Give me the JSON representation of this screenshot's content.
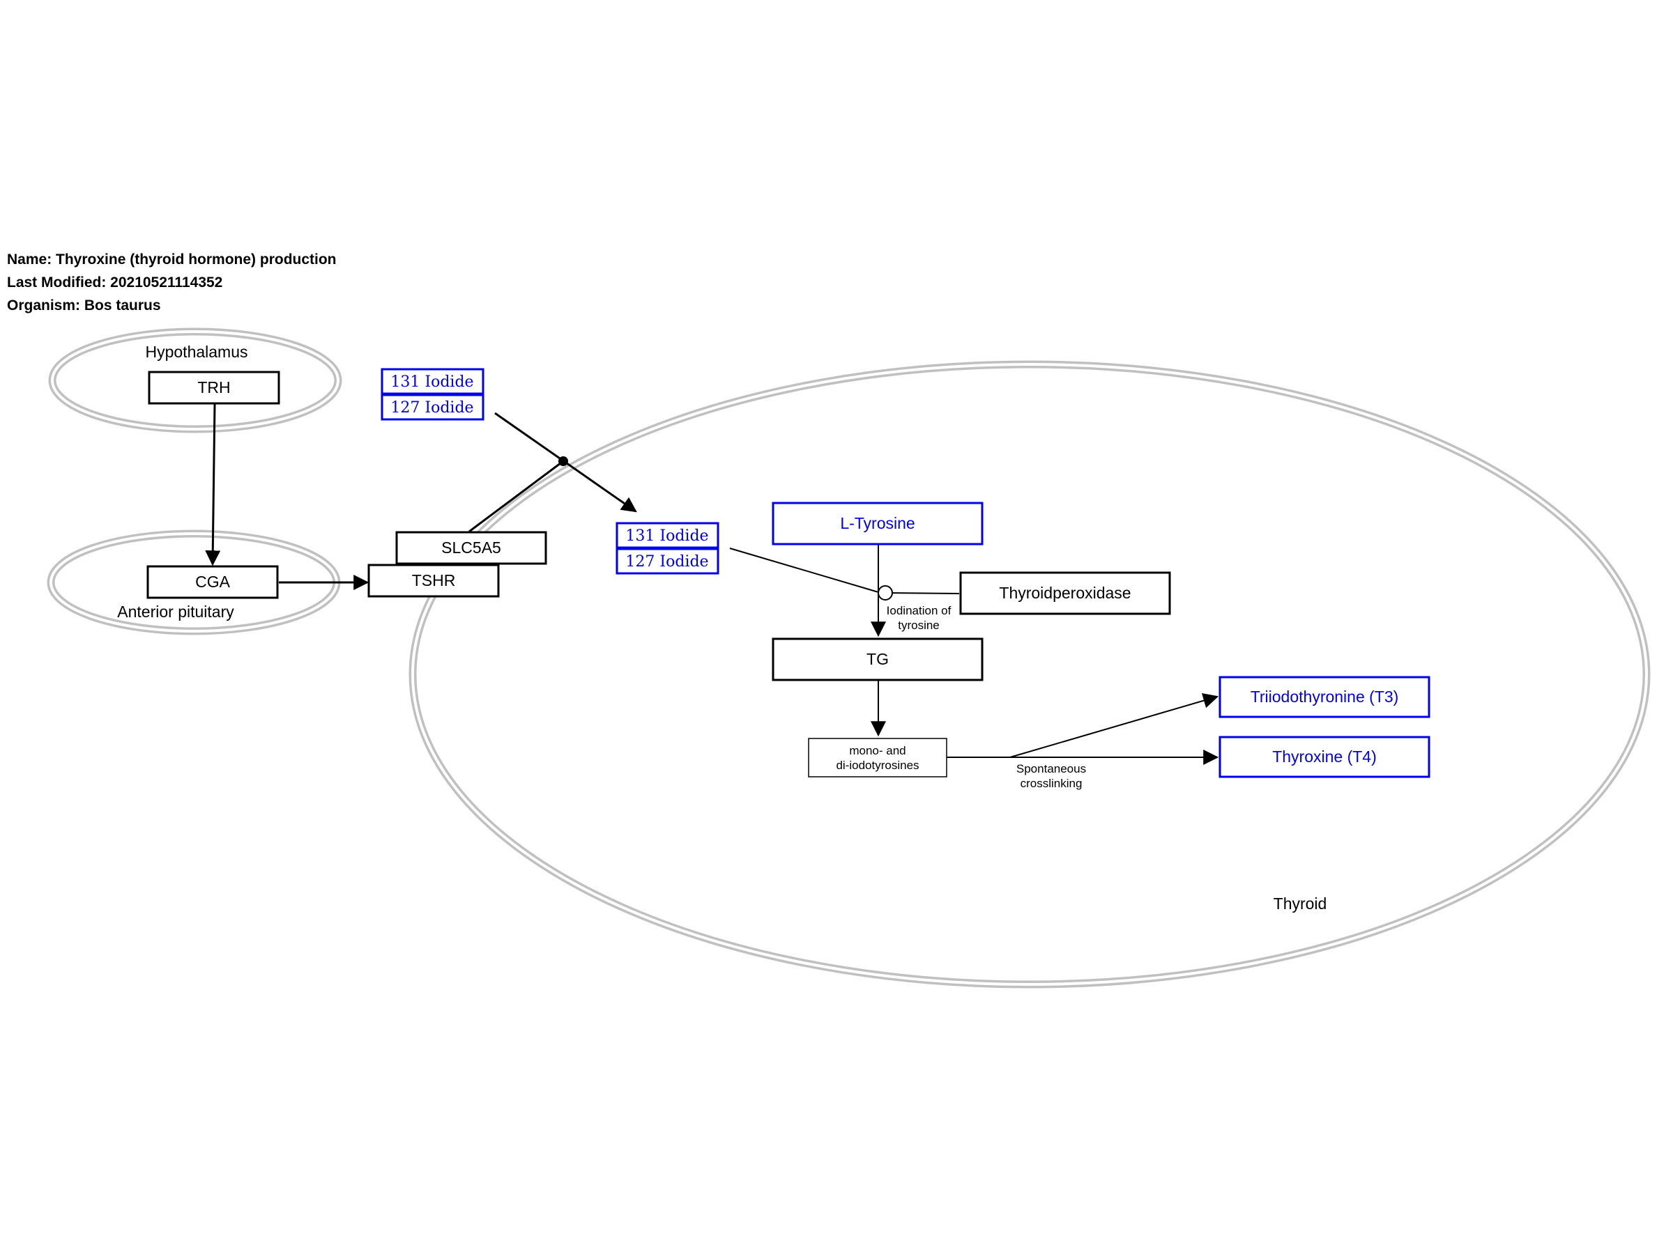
{
  "info": {
    "name": "Name: Thyroxine (thyroid hormone) production",
    "modified": "Last Modified: 20210521114352",
    "organism": "Organism: Bos taurus"
  },
  "compartments": {
    "hypothalamus": "Hypothalamus",
    "anterior_pituitary": "Anterior pituitary",
    "thyroid": "Thyroid"
  },
  "genes": {
    "trh": "TRH",
    "cga": "CGA",
    "tshr": "TSHR",
    "slc5a5": "SLC5A5",
    "tg": "TG",
    "thyroidperoxidase": "Thyroidperoxidase"
  },
  "metabolites": {
    "iodide131_outer": "131 Iodide",
    "iodide127_outer": "127 Iodide",
    "iodide131_inner": "131 Iodide",
    "iodide127_inner": "127 Iodide",
    "l_tyrosine": "L-Tyrosine",
    "t3": "Triiodothyronine (T3)",
    "t4": "Thyroxine (T4)"
  },
  "labels": {
    "iodination_line1": "Iodination of",
    "iodination_line2": "tyrosine",
    "mono_line1": "mono- and",
    "mono_line2": "di-iodotyrosines",
    "crosslink_line1": "Spontaneous",
    "crosslink_line2": "crosslinking"
  },
  "colors": {
    "metabolite": "#0000ee",
    "gene_product": "#000000",
    "compartment": "#c0c0c0"
  }
}
